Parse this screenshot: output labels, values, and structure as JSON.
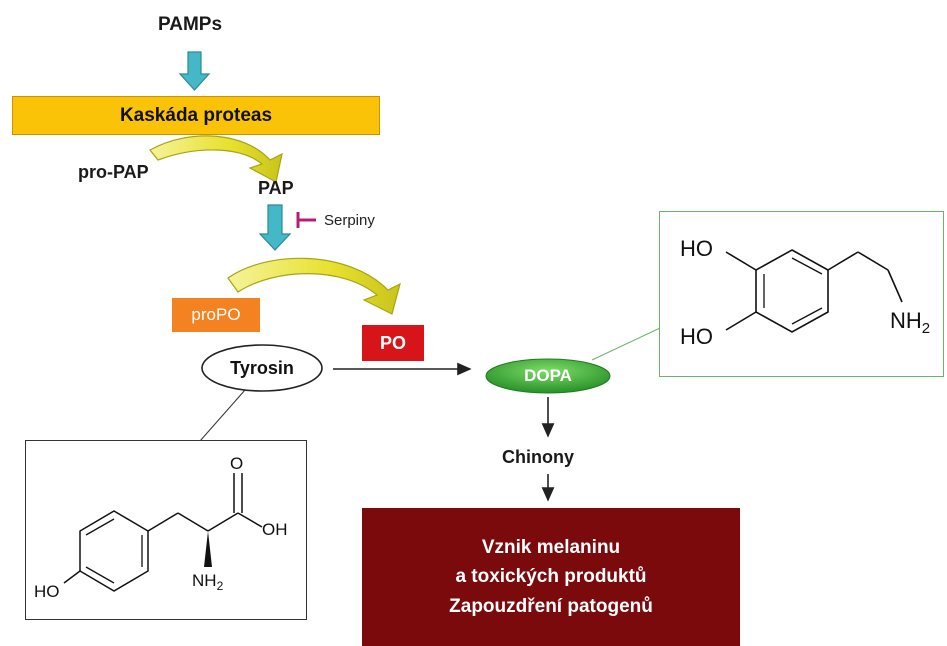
{
  "pathway": {
    "pamps": "PAMPs",
    "cascade": "Kaskáda proteas",
    "propap": "pro-PAP",
    "pap": "PAP",
    "serpiny": "Serpiny",
    "propo": "proPO",
    "po": "PO",
    "tyrosin": "Tyrosin",
    "dopa": "DOPA",
    "chinony": "Chinony",
    "result_lines": [
      "Vznik melaninu",
      "a toxických produktů",
      "Zapouzdření patogenů"
    ]
  },
  "tyrosine_structure": {
    "o": "O",
    "oh": "OH",
    "nh2": "NH",
    "nh2_sub": "2",
    "ho": "HO"
  },
  "dopamine_structure": {
    "ho_top": "HO",
    "ho_bottom": "HO",
    "nh2": "NH",
    "nh2_sub": "2"
  },
  "colors": {
    "cascade_fill": "#fbc308",
    "propo_fill": "#f58220",
    "po_fill": "#d8141b",
    "dopa_fill": "#2fa52f",
    "result_fill": "#7a0a0c",
    "cyan_arrow": "#45b8c8",
    "curved_arrow": "#e9e43a",
    "serpin_inhibitor": "#b0207a"
  }
}
